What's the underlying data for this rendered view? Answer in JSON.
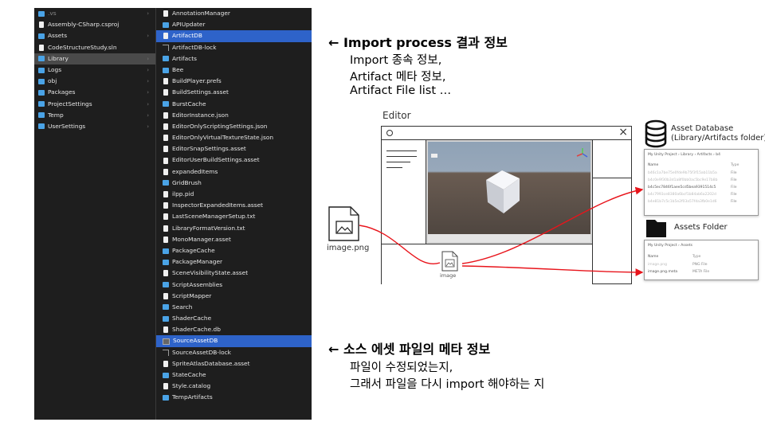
{
  "finder": {
    "col1": [
      {
        "name": ".vs",
        "kind": "folder",
        "dim": true,
        "chev": true
      },
      {
        "name": "Assembly-CSharp.csproj",
        "kind": "file",
        "chev": false
      },
      {
        "name": "Assets",
        "kind": "folder",
        "chev": true
      },
      {
        "name": "CodeStructureStudy.sln",
        "kind": "file",
        "chev": false
      },
      {
        "name": "Library",
        "kind": "folder",
        "chev": true,
        "gray": true
      },
      {
        "name": "Logs",
        "kind": "folder",
        "chev": true
      },
      {
        "name": "obj",
        "kind": "folder",
        "chev": true
      },
      {
        "name": "Packages",
        "kind": "folder",
        "chev": true
      },
      {
        "name": "ProjectSettings",
        "kind": "folder",
        "chev": true
      },
      {
        "name": "Temp",
        "kind": "folder",
        "chev": true
      },
      {
        "name": "UserSettings",
        "kind": "folder",
        "chev": true
      }
    ],
    "col2": [
      {
        "name": "AnnotationManager",
        "kind": "file"
      },
      {
        "name": "APIUpdater",
        "kind": "folder"
      },
      {
        "name": "ArtifactDB",
        "kind": "file",
        "selected": true
      },
      {
        "name": "ArtifactDB-lock",
        "kind": "alias"
      },
      {
        "name": "Artifacts",
        "kind": "folder"
      },
      {
        "name": "Bee",
        "kind": "folder"
      },
      {
        "name": "BuildPlayer.prefs",
        "kind": "file"
      },
      {
        "name": "BuildSettings.asset",
        "kind": "file"
      },
      {
        "name": "BurstCache",
        "kind": "folder"
      },
      {
        "name": "EditorInstance.json",
        "kind": "file"
      },
      {
        "name": "EditorOnlyScriptingSettings.json",
        "kind": "file"
      },
      {
        "name": "EditorOnlyVirtualTextureState.json",
        "kind": "file"
      },
      {
        "name": "EditorSnapSettings.asset",
        "kind": "file"
      },
      {
        "name": "EditorUserBuildSettings.asset",
        "kind": "file"
      },
      {
        "name": "expandedItems",
        "kind": "file"
      },
      {
        "name": "GridBrush",
        "kind": "folder"
      },
      {
        "name": "ilpp.pid",
        "kind": "file"
      },
      {
        "name": "InspectorExpandedItems.asset",
        "kind": "file"
      },
      {
        "name": "LastSceneManagerSetup.txt",
        "kind": "file"
      },
      {
        "name": "LibraryFormatVersion.txt",
        "kind": "file"
      },
      {
        "name": "MonoManager.asset",
        "kind": "file"
      },
      {
        "name": "PackageCache",
        "kind": "folder"
      },
      {
        "name": "PackageManager",
        "kind": "folder"
      },
      {
        "name": "SceneVisibilityState.asset",
        "kind": "file"
      },
      {
        "name": "ScriptAssemblies",
        "kind": "folder"
      },
      {
        "name": "ScriptMapper",
        "kind": "file"
      },
      {
        "name": "Search",
        "kind": "folder"
      },
      {
        "name": "ShaderCache",
        "kind": "folder"
      },
      {
        "name": "ShaderCache.db",
        "kind": "file"
      },
      {
        "name": "SourceAssetDB",
        "kind": "db",
        "selected": true
      },
      {
        "name": "SourceAssetDB-lock",
        "kind": "alias"
      },
      {
        "name": "SpriteAtlasDatabase.asset",
        "kind": "file"
      },
      {
        "name": "StateCache",
        "kind": "folder"
      },
      {
        "name": "Style.catalog",
        "kind": "file"
      },
      {
        "name": "TempArtifacts",
        "kind": "folder"
      }
    ]
  },
  "annotations": {
    "import_title": "← Import process 결과 정보",
    "import_lines": [
      "Import 종속 정보,",
      "Artifact 메타 정보,",
      "Artifact File list …"
    ],
    "source_title": "← 소스 에셋 파일의 메타 정보",
    "source_lines": [
      "파일이 수정되었는지,",
      "그래서 파일을 다시 import 해야하는 지"
    ]
  },
  "editor": {
    "label": "Editor",
    "close": "×",
    "asset_label": "image"
  },
  "image_file": {
    "label": "image.png"
  },
  "asset_db": {
    "title": "Asset Database",
    "subtitle": "(Library/Artifacts folder)",
    "breadcrumb": "My Unity Project  ›  Library  ›  Artifacts  ›  b4",
    "col_name": "Name",
    "col_type": "Type",
    "rows": [
      {
        "name": "b46c1a7be75e0fde9b75f3f15ab11b5a",
        "type": "File",
        "faint": true
      },
      {
        "name": "b4c0e9f30b3d1a8f0bb0ac5bc9e17b8b",
        "type": "File",
        "faint": true
      },
      {
        "name": "b4c5ec7846f1aee5cd5bea9391514c5",
        "type": "File",
        "faint": false
      },
      {
        "name": "b4c7993ce8380a6bcf1b84ab6a2202d",
        "type": "File",
        "faint": true
      },
      {
        "name": "b4e81b7c5c1b5e2f03a57fda3fb0e1d6",
        "type": "File",
        "faint": true
      }
    ]
  },
  "assets_folder": {
    "title": "Assets Folder",
    "breadcrumb": "My Unity Project  ›  Assets",
    "col_name": "Name",
    "col_type": "Type",
    "rows": [
      {
        "name": "image.png",
        "type": "PNG File",
        "faint": true
      },
      {
        "name": "image.png.meta",
        "type": "META File",
        "faint": false
      }
    ]
  },
  "colors": {
    "arrow": "#e8141b",
    "selection": "#2e63c9",
    "folder": "#4aa3e6"
  }
}
